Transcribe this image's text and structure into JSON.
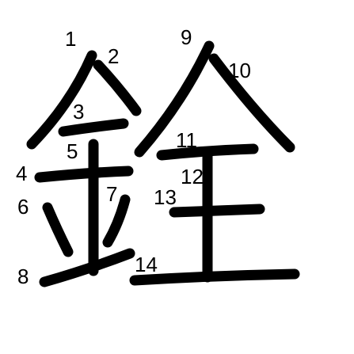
{
  "figure": {
    "background": "#ffffff",
    "ink": "#000000",
    "character": "銓",
    "stroke_numbers": [
      "1",
      "2",
      "3",
      "4",
      "5",
      "6",
      "7",
      "8",
      "9",
      "10",
      "11",
      "12",
      "13",
      "14"
    ]
  }
}
